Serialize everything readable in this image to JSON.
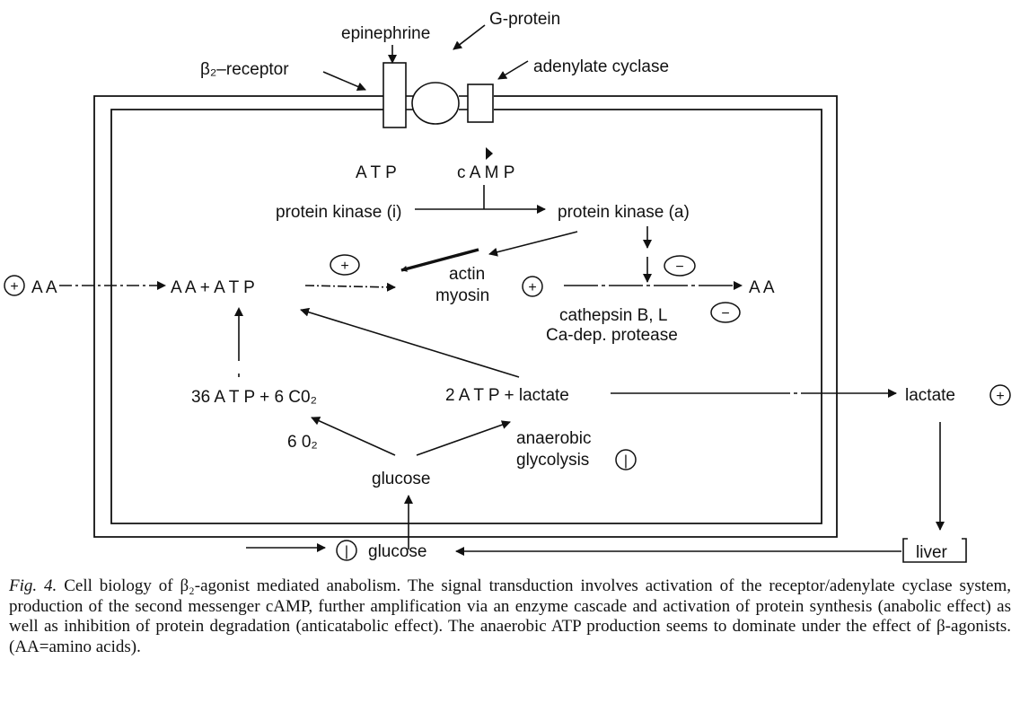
{
  "labels": {
    "epinephrine": "epinephrine",
    "g_protein": "G-protein",
    "beta2_receptor": "β₂–receptor",
    "adenylate_cyclase": "adenylate cyclase",
    "atp_top": "A T P",
    "camp": "c A M P",
    "pk_inactive": "protein kinase (i)",
    "pk_active": "protein kinase (a)",
    "aa_left": "A A",
    "aa_atp": "A A + A T P",
    "actin": "actin",
    "myosin": "myosin",
    "aa_right": "A A",
    "cathepsin": "cathepsin B, L",
    "ca_protease": "Ca-dep. protease",
    "atp36": "36 A T P + 6 C0₂",
    "atp2": "2 A T P + lactate",
    "lactate_out": "lactate",
    "o2": "6 0₂",
    "anaerobic": "anaerobic",
    "glycolysis": "glycolysis",
    "glucose_in": "glucose",
    "glucose_out": "glucose",
    "liver": "liver"
  },
  "symbols": {
    "plus": "+",
    "minus": "−",
    "bar": "|"
  },
  "caption": {
    "fig": "Fig. 4.",
    "text": " Cell biology of β₂-agonist mediated anabolism. The signal transduction involves activation of the receptor/adenylate cyclase system, production of the second messenger cAMP, further amplification via an enzyme cascade and activation of protein synthesis (anabolic effect) as well as inhibition of protein degradation (anticatabolic effect). The anaerobic ATP production seems to dominate under the effect of β-agonists. (AA=amino acids)."
  }
}
